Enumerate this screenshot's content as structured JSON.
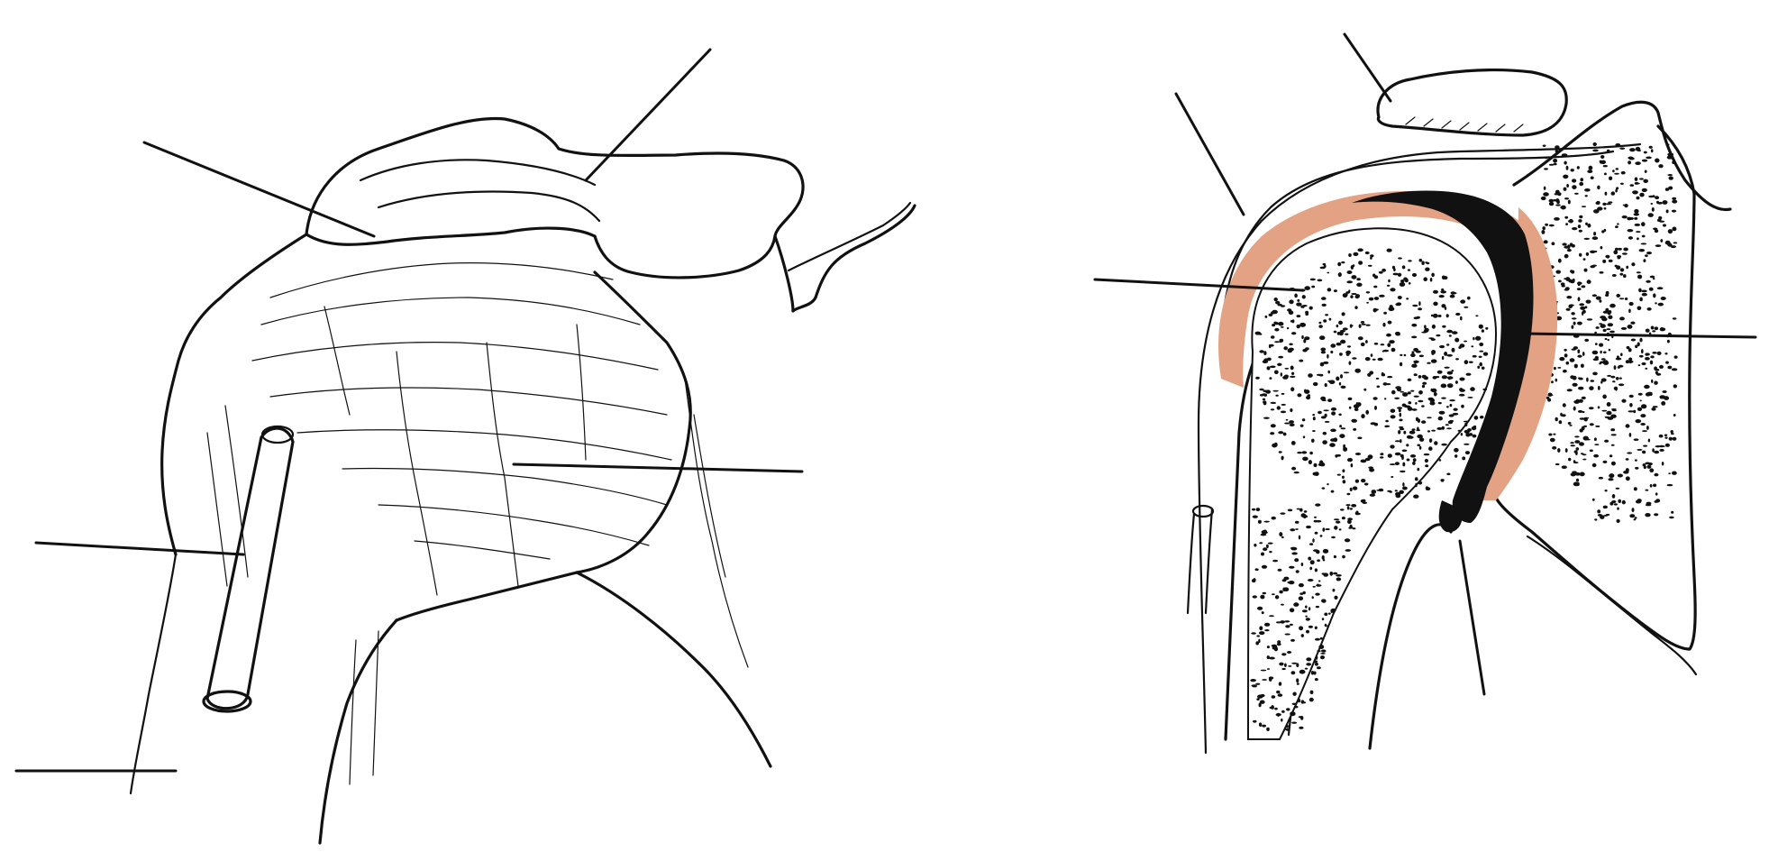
{
  "figure": {
    "panels": [
      {
        "id": "left",
        "view": "shoulder-joint-exterior",
        "leader_lines": 5
      },
      {
        "id": "right",
        "view": "shoulder-joint-section",
        "leader_lines": 5
      }
    ],
    "colors": {
      "ink": "#111111",
      "cartilage": "#e3a283",
      "joint_space": "#111111",
      "background": "#ffffff"
    }
  }
}
